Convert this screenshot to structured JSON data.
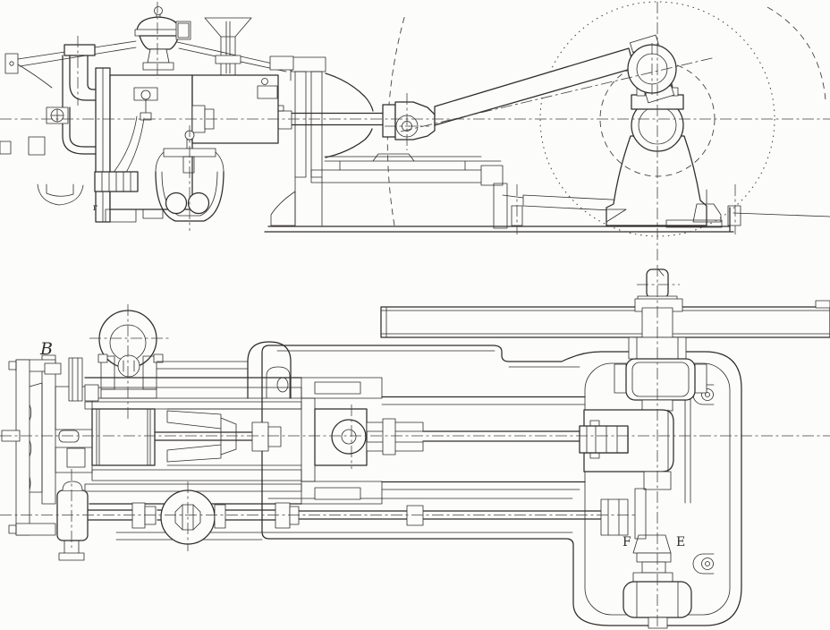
{
  "title": "Two-view engineering drawing of a horizontal single-cylinder engine",
  "colors": {
    "paper": "#fcfcfa",
    "ink": "#2f2d2a"
  },
  "views": {
    "top": "side elevation",
    "bottom": "plan section"
  },
  "labels": {
    "bottom_left": "B",
    "top_small": "г",
    "gear_left": "F",
    "gear_right": "E"
  }
}
